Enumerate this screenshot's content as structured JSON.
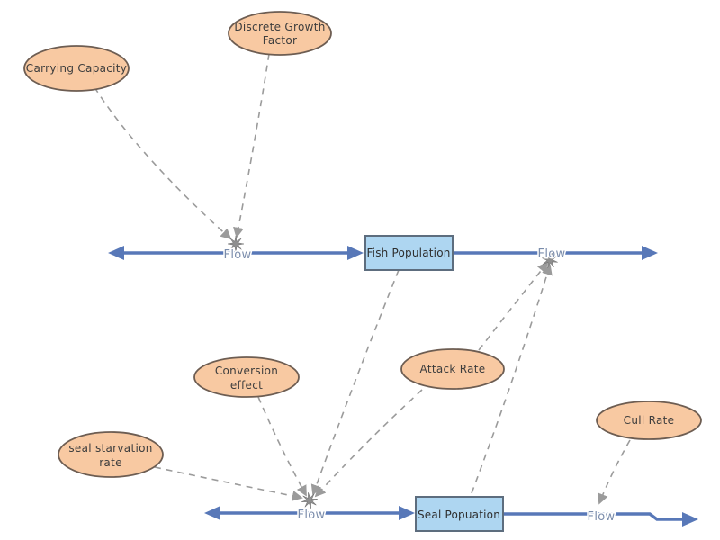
{
  "colors": {
    "background": "#ffffff",
    "flow_line": "#5878b8",
    "flow_label_text": "#7a8cab",
    "stock_fill": "#aed6f1",
    "stock_border": "#5d6d7e",
    "variable_fill": "#f8c9a2",
    "variable_border": "#6d5d52",
    "connector_gray": "#9b9b9b",
    "valve_gray": "#8f8f8f",
    "label_text": "#3d3d3d"
  },
  "stocks": [
    {
      "id": "fish-population",
      "label": "Fish Population"
    },
    {
      "id": "seal-population",
      "label": "Seal Popuation"
    }
  ],
  "variables": [
    {
      "id": "carrying-capacity",
      "lines": [
        "Carrying Capacity",
        ""
      ]
    },
    {
      "id": "discrete-growth-factor",
      "lines": [
        "Discrete Growth",
        "Factor"
      ]
    },
    {
      "id": "conversion-effect",
      "lines": [
        "Conversion",
        "effect"
      ]
    },
    {
      "id": "attack-rate",
      "lines": [
        "Attack Rate",
        ""
      ]
    },
    {
      "id": "seal-starvation-rate",
      "lines": [
        "seal starvation",
        "rate"
      ]
    },
    {
      "id": "cull-rate",
      "lines": [
        "Cull Rate",
        ""
      ]
    }
  ],
  "flows": [
    {
      "id": "fish-inflow",
      "label": "Flow"
    },
    {
      "id": "fish-outflow",
      "label": "Flow"
    },
    {
      "id": "seal-inflow",
      "label": "Flow"
    },
    {
      "id": "seal-outflow",
      "label": "Flow"
    }
  ],
  "links": [
    {
      "from": "carrying-capacity",
      "to": "fish-inflow"
    },
    {
      "from": "discrete-growth-factor",
      "to": "fish-inflow"
    },
    {
      "from": "attack-rate",
      "to": "fish-outflow"
    },
    {
      "from": "seal-population",
      "to": "fish-outflow"
    },
    {
      "from": "fish-population",
      "to": "seal-inflow"
    },
    {
      "from": "conversion-effect",
      "to": "seal-inflow"
    },
    {
      "from": "seal-starvation-rate",
      "to": "seal-inflow"
    },
    {
      "from": "attack-rate",
      "to": "seal-inflow"
    },
    {
      "from": "cull-rate",
      "to": "seal-outflow"
    }
  ],
  "icons": {
    "flow_valve": "star-burst",
    "flow_arrowhead": "solid-triangle",
    "link_arrowhead": "small-gray-triangle"
  }
}
